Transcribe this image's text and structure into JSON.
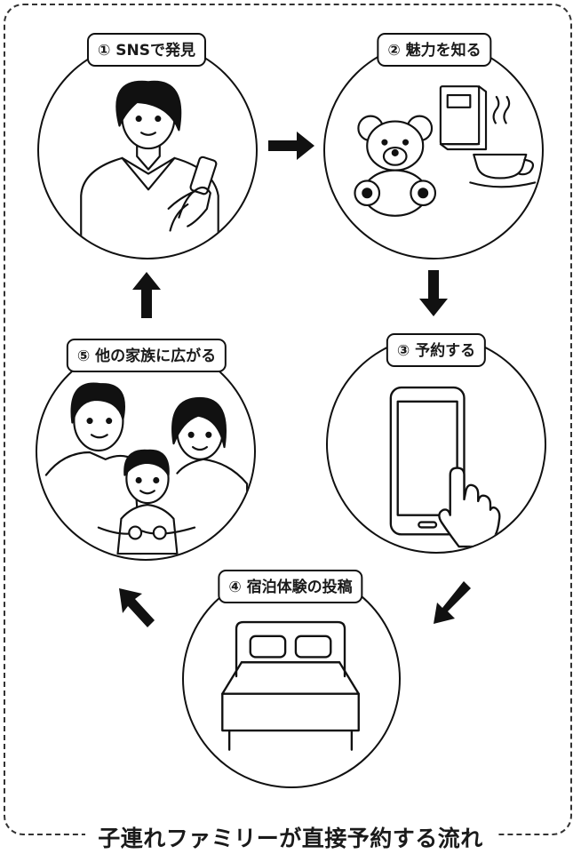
{
  "steps": [
    {
      "label": "① SNSで発見",
      "icon": "person-with-smartphone-icon"
    },
    {
      "label": "② 魅力を知る",
      "icon": "teddy-bear-book-teacup-icon"
    },
    {
      "label": "③ 予約する",
      "icon": "hand-tapping-smartphone-icon"
    },
    {
      "label": "④ 宿泊体験の投稿",
      "icon": "double-bed-icon"
    },
    {
      "label": "⑤ 他の家族に広がる",
      "icon": "family-icon"
    }
  ],
  "footer": {
    "title": "子連れファミリーが直接予約する流れ"
  }
}
